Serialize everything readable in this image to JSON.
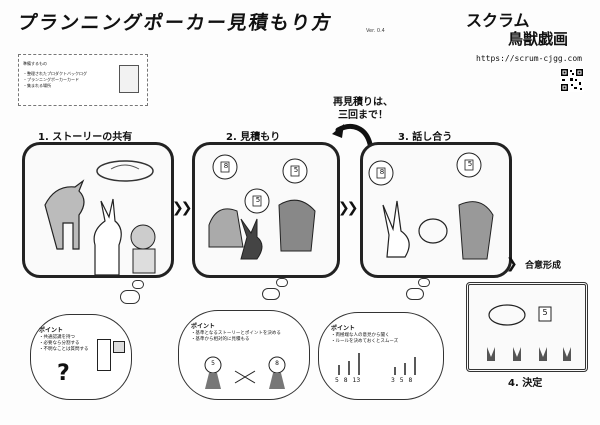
{
  "title": "プランニングポーカー見積もり方",
  "version": "Ver. 0.4",
  "brand": {
    "line1": "スクラム",
    "line2": "鳥獣戯画",
    "url": "https://scrum-cjgg.com"
  },
  "preparation": {
    "title": "準備するもの",
    "items": [
      "・整理されたプロダクトバックログ",
      "・プランニングポーカーカード",
      "・集まれる場所"
    ]
  },
  "reestimate_note": {
    "line1": "再見積りは、",
    "line2": "三回まで！"
  },
  "steps": [
    {
      "label": "1.  ストーリーの共有"
    },
    {
      "label": "2.  見積もり"
    },
    {
      "label": "3.  話し合う"
    },
    {
      "label": "4.  決定"
    }
  ],
  "consensus_label": "合意形成",
  "cards": {
    "step2_a": "8",
    "step2_b": "5",
    "step2_c": "5",
    "step3_a": "8",
    "step3_b": "5",
    "decision": "5"
  },
  "points": [
    {
      "title": "ポイント",
      "items": [
        "・共通認識を持つ",
        "・必要なら分割する",
        "・不明なことは質問する"
      ]
    },
    {
      "title": "ポイント",
      "items": [
        "・基準となるストーリーとポイントを決める",
        "・基準から相対的に見積もる"
      ]
    },
    {
      "title": "ポイント",
      "items": [
        "・両極端な人の意見から聞く",
        "・ルールを決めておくとスムーズ"
      ]
    }
  ],
  "point2_cards": {
    "left": "5",
    "right": "8"
  },
  "point3_sets": {
    "a": [
      "5",
      "8",
      "13"
    ],
    "b": [
      "3",
      "5",
      "8"
    ]
  },
  "question_mark": "?"
}
